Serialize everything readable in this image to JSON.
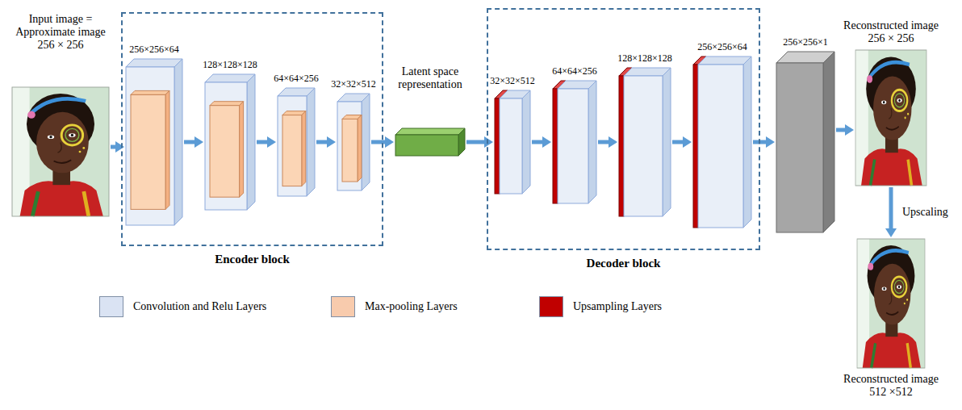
{
  "diagram": {
    "nodes": [
      {
        "text": [
          "Input image = Approximate image 256 × 256"
        ]
      },
      {
        "text": [
          "Encoder block"
        ]
      },
      {
        "text": [
          "256×256×64"
        ],
        "in": 1
      },
      {
        "text": [
          "128×128×128"
        ],
        "in": 1
      },
      {
        "text": [
          "64×64×256"
        ],
        "in": 1
      },
      {
        "text": [
          "32×32×512"
        ],
        "in": 1
      },
      {
        "text": [
          "Latent space representation"
        ]
      },
      {
        "text": [
          "Decoder block"
        ]
      },
      {
        "text": [
          "32×32×512"
        ],
        "in": 7
      },
      {
        "text": [
          "64×64×256"
        ],
        "in": 7
      },
      {
        "text": [
          "128×128×128"
        ],
        "in": 7
      },
      {
        "text": [
          "256×256×64"
        ],
        "in": 7
      },
      {
        "text": [
          "256×256×1"
        ]
      },
      {
        "text": [
          "Reconstructed image 256 × 256"
        ]
      },
      {
        "text": [
          "Reconstructed image 512 ×512"
        ]
      }
    ],
    "edges": [
      {
        "from": 0,
        "to": 2,
        "arrow": "to"
      },
      {
        "from": 2,
        "to": 3,
        "arrow": "to"
      },
      {
        "from": 3,
        "to": 4,
        "arrow": "to"
      },
      {
        "from": 4,
        "to": 5,
        "arrow": "to"
      },
      {
        "from": 5,
        "to": 6,
        "arrow": "to"
      },
      {
        "from": 6,
        "to": 8,
        "arrow": "to"
      },
      {
        "from": 8,
        "to": 9,
        "arrow": "to"
      },
      {
        "from": 9,
        "to": 10,
        "arrow": "to"
      },
      {
        "from": 10,
        "to": 11,
        "arrow": "to"
      },
      {
        "from": 11,
        "to": 12,
        "arrow": "to"
      },
      {
        "from": 12,
        "to": 13,
        "arrow": "to"
      },
      {
        "from": 13,
        "to": 14,
        "label": "Upscaling",
        "arrow": "to"
      }
    ],
    "legend": [
      {
        "text": "Convolution and Relu Layers",
        "color": "#dae3f3"
      },
      {
        "text": "Max-pooling Layers",
        "color": "#f8cbad"
      },
      {
        "text": "Upsampling Layers",
        "color": "#c00000"
      }
    ]
  }
}
